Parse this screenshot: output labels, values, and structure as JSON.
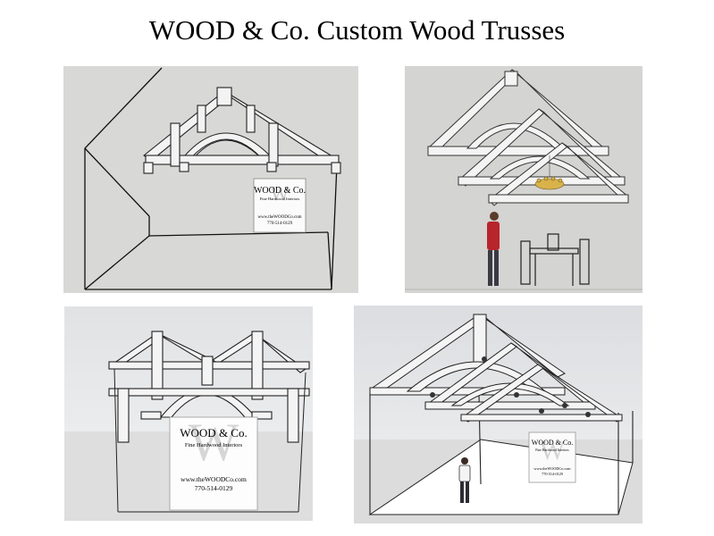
{
  "page": {
    "title": "WOOD & Co. Custom Wood Trusses"
  },
  "sign": {
    "brand": "WOOD & Co.",
    "tagline": "Fine Hardwood Interiors",
    "url": "www.theWOODCo.com",
    "phone": "770-514-0129"
  },
  "colors": {
    "background": "#ffffff",
    "render_wall": "#d6d6d4",
    "render_sky_light": "#eef0f2",
    "floor": "#ffffff",
    "wood_face": "#f4f4f4",
    "outline": "#1a1a1a"
  },
  "panels": [
    {
      "id": "panel-1",
      "description": "gabled room with hammer-beam truss"
    },
    {
      "id": "panel-2",
      "description": "three trusses with chandelier, person and table"
    },
    {
      "id": "panel-3",
      "description": "hip roof truss frame with sign"
    },
    {
      "id": "panel-4",
      "description": "long room with trusses and person"
    }
  ]
}
